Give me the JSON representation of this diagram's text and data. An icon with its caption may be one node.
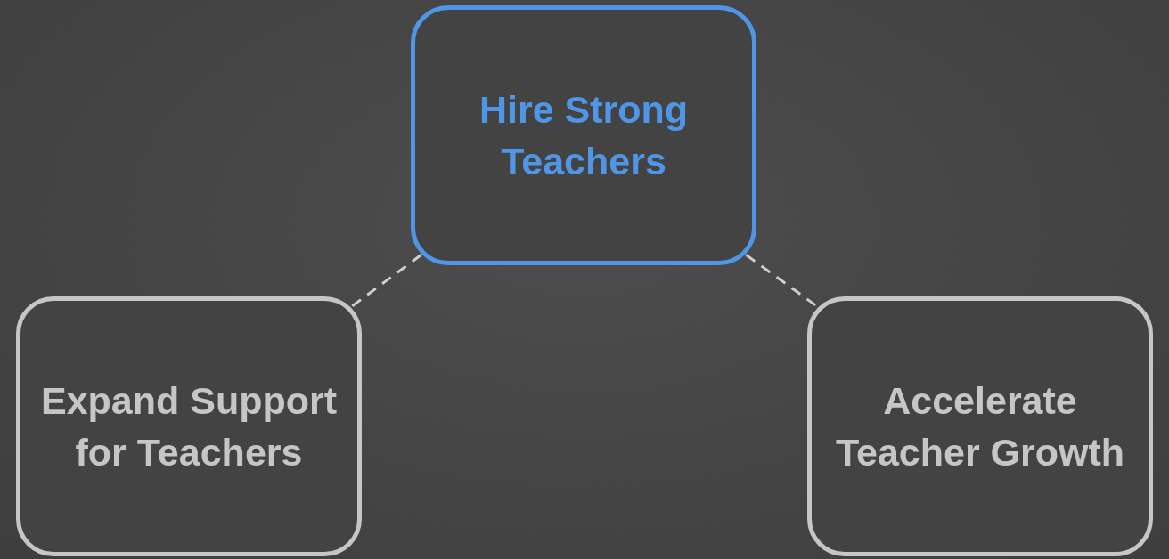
{
  "diagram": {
    "nodes": [
      {
        "text": [
          "Hire Strong Teachers"
        ]
      },
      {
        "text": [
          "Expand Support for Teachers"
        ]
      },
      {
        "text": [
          "Accelerate Teacher Growth"
        ]
      }
    ],
    "edges": [
      {
        "from": 0,
        "to": 1,
        "arrow": "none",
        "style": "dashed"
      },
      {
        "from": 0,
        "to": 2,
        "arrow": "none",
        "style": "dashed"
      }
    ]
  }
}
